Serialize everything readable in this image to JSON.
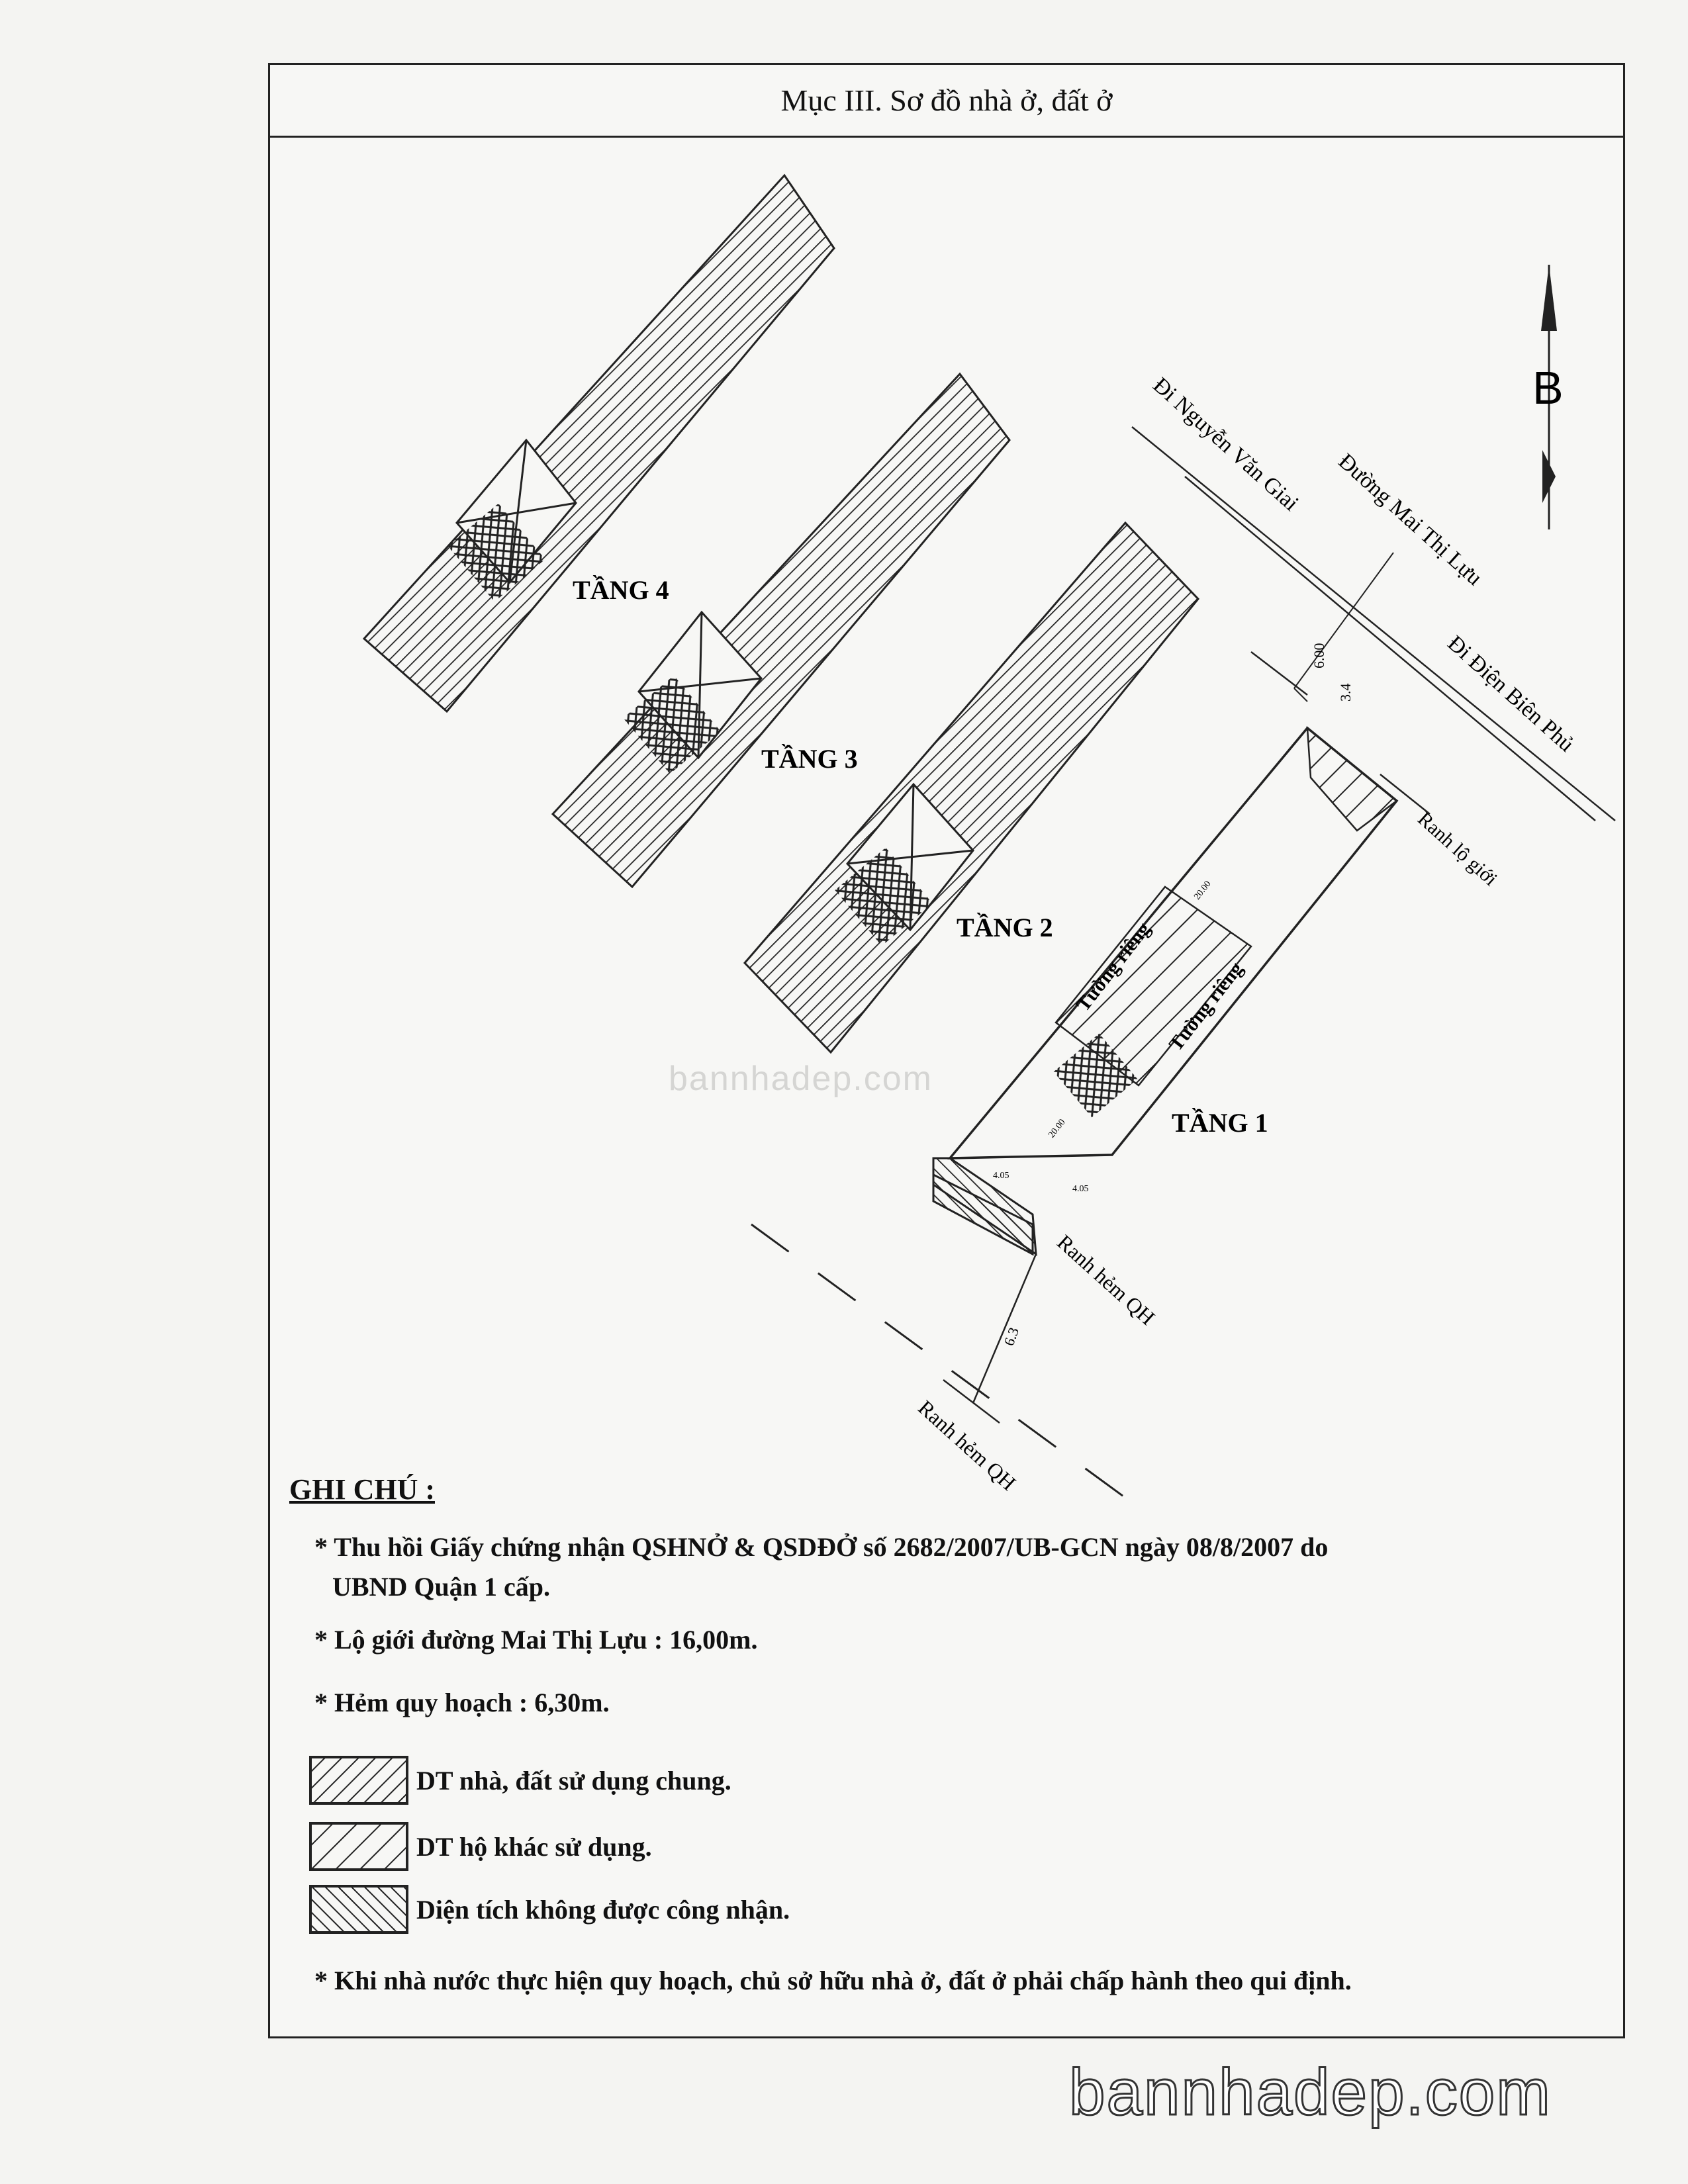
{
  "header": {
    "title": "Mục III. Sơ đồ nhà ở, đất ở"
  },
  "diagram": {
    "north_label": "B",
    "floors": [
      "TẦNG 4",
      "TẦNG 3",
      "TẦNG 2",
      "TẦNG 1"
    ],
    "roads": {
      "road1": "Đi Nguyễn Văn Giai",
      "road2": "Đường Mai Thị Lựu",
      "road3": "Đi Điện Biên Phủ",
      "boundary_front": "Ranh lộ giới",
      "alley1": "Ranh hẻm QH",
      "alley2": "Ranh hẻm QH"
    },
    "walls": {
      "left": "Tường riêng",
      "right": "Tường riêng"
    },
    "dimensions": {
      "road_width": "6.00",
      "setback": "3.4",
      "length_a": "20.00",
      "length_b": "20.00",
      "width_a": "4.05",
      "width_b": "4.05",
      "alley_width": "6.3"
    }
  },
  "notes": {
    "heading": "GHI CHÚ :",
    "items": [
      "* Thu hồi Giấy chứng nhận QSHNỞ & QSDĐỞ số 2682/2007/UB-GCN ngày 08/8/2007 do",
      "UBND Quận 1 cấp.",
      "* Lộ giới đường Mai Thị Lựu : 16,00m.",
      "* Hẻm quy hoạch : 6,30m."
    ],
    "legend": [
      {
        "label": "DT nhà, đất sử dụng chung.",
        "pattern": "diag-dense"
      },
      {
        "label": "DT hộ khác sử dụng.",
        "pattern": "diag-sparse"
      },
      {
        "label": "Diện tích không được công nhận.",
        "pattern": "back-diag"
      }
    ],
    "final": "* Khi nhà nước thực hiện quy hoạch, chủ sở hữu nhà ở, đất ở phải chấp hành theo qui định."
  },
  "watermark": {
    "mid": "bannhadep.com",
    "footer": "bannhadep.com"
  },
  "colors": {
    "ink": "#111111",
    "paper": "#f7f7f5"
  }
}
